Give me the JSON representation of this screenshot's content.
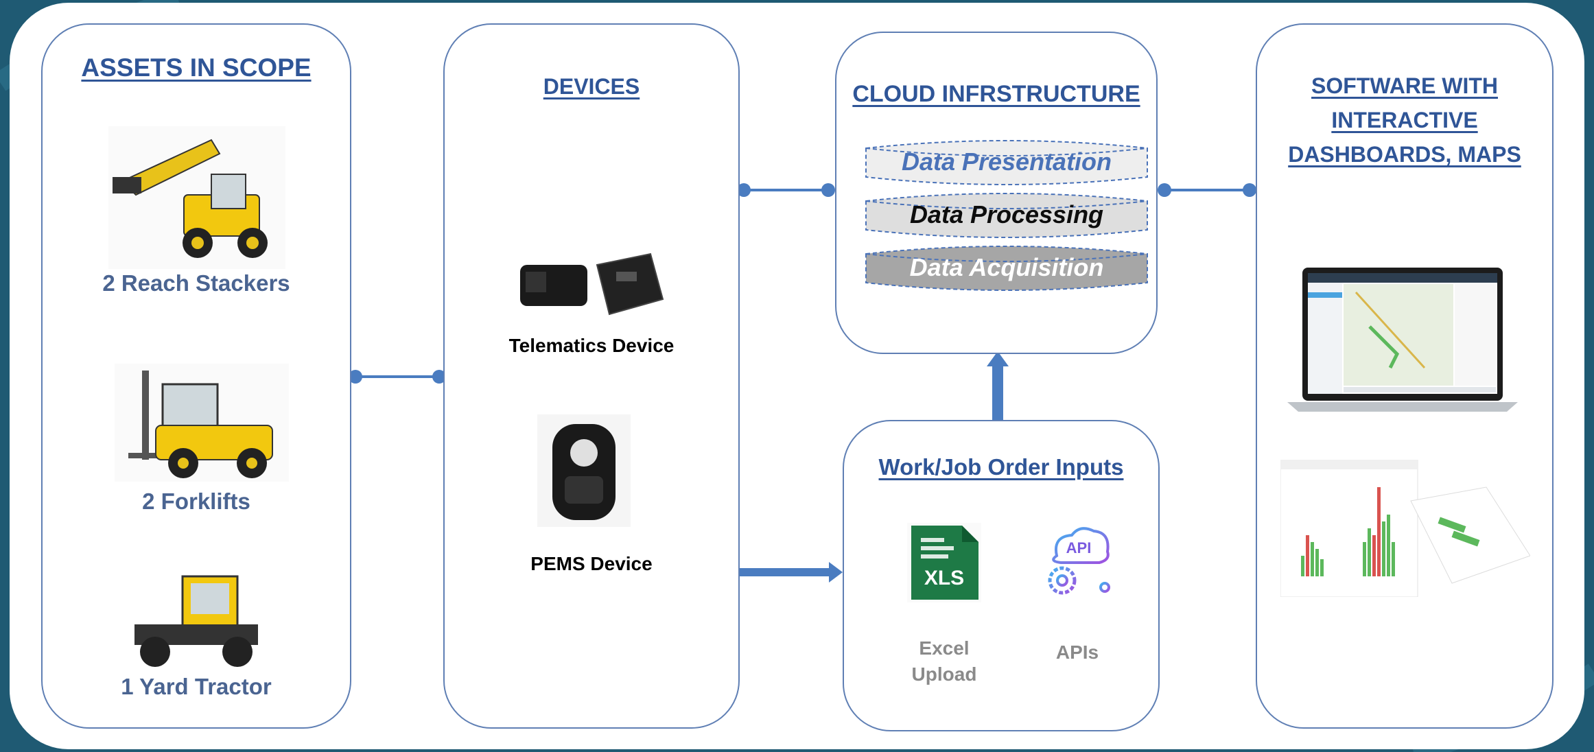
{
  "assets": {
    "title": "ASSETS IN SCOPE",
    "items": [
      {
        "label": "2 Reach Stackers"
      },
      {
        "label": "2 Forklifts"
      },
      {
        "label": "1 Yard Tractor"
      }
    ]
  },
  "devices": {
    "title": "DEVICES",
    "items": [
      {
        "label": "Telematics Device"
      },
      {
        "label": "PEMS Device"
      }
    ]
  },
  "cloud": {
    "title": "CLOUD INFRSTRUCTURE",
    "layers": [
      {
        "label": "Data Presentation",
        "fill": "#eeeeee",
        "text_color": "#4a72b8"
      },
      {
        "label": "Data Processing",
        "fill": "#dedede",
        "text_color": "#0d0d0d"
      },
      {
        "label": "Data Acquisition",
        "fill": "#a6a6a6",
        "text_color": "#ffffff"
      }
    ]
  },
  "inputs": {
    "title": "Work/Job Order Inputs",
    "excel_badge": "XLS",
    "excel_label_line1": "Excel",
    "excel_label_line2": "Upload",
    "api_badge": "API",
    "api_label": "APIs"
  },
  "software": {
    "title_line1": "SOFTWARE WITH",
    "title_line2": "INTERACTIVE",
    "title_line3": "DASHBOARDS, MAPS"
  },
  "colors": {
    "accent": "#4a7cc0",
    "border": "#5f7fb4",
    "title": "#2f5597",
    "background": "#1f5a73"
  }
}
